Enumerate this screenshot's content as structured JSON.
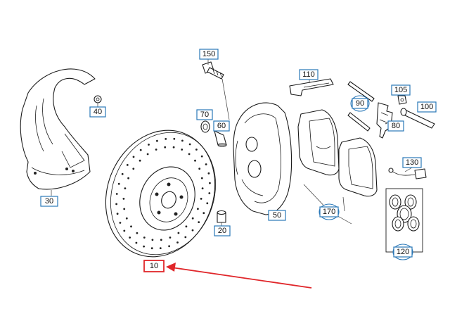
{
  "diagram": {
    "accent_color": "#2a78b8",
    "highlight_color": "#e0262a",
    "callouts": [
      {
        "id": "10",
        "label": "10",
        "selected": true
      },
      {
        "id": "20",
        "label": "20"
      },
      {
        "id": "30",
        "label": "30"
      },
      {
        "id": "40",
        "label": "40"
      },
      {
        "id": "50",
        "label": "50"
      },
      {
        "id": "60",
        "label": "60"
      },
      {
        "id": "70",
        "label": "70"
      },
      {
        "id": "80",
        "label": "80"
      },
      {
        "id": "90",
        "label": "90"
      },
      {
        "id": "100",
        "label": "100"
      },
      {
        "id": "105",
        "label": "105"
      },
      {
        "id": "110",
        "label": "110"
      },
      {
        "id": "120",
        "label": "120"
      },
      {
        "id": "130",
        "label": "130"
      },
      {
        "id": "150",
        "label": "150"
      },
      {
        "id": "170",
        "label": "170"
      }
    ]
  }
}
